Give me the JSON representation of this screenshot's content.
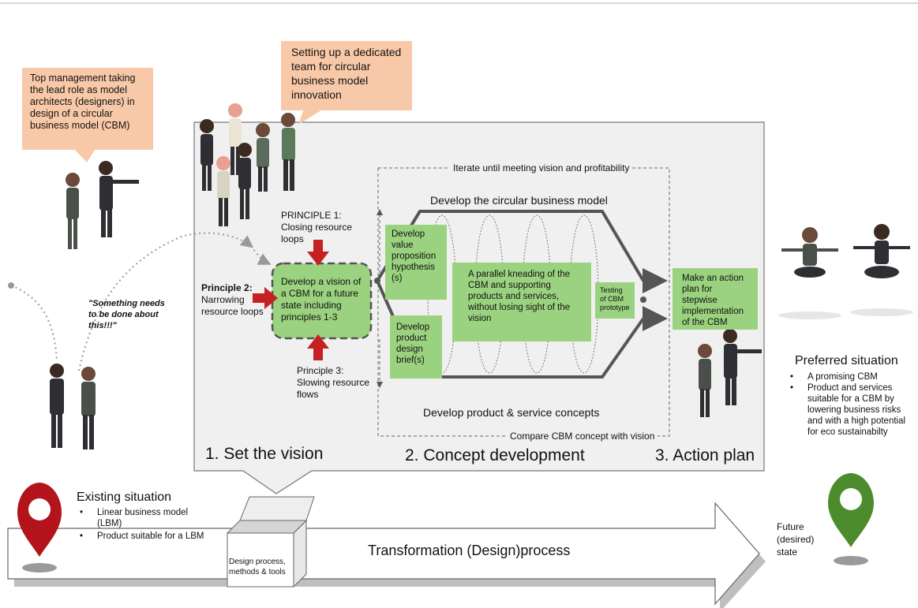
{
  "callouts": {
    "top_management": "Top management taking the lead role as model architects (designers) in design of a circular business model (CBM)",
    "dedicated_team": "Setting up a dedicated team for circular business model innovation"
  },
  "quote": "\"Something needs to be done about this!!!\"",
  "principles": {
    "p1_title": "PRINCIPLE 1:",
    "p1_text": "Closing resource loops",
    "p2_title": "Principle 2:",
    "p2_text": "Narrowing resource loops",
    "p3_title": "Principle 3:",
    "p3_text": "Slowing resource flows"
  },
  "vision_box": "Develop a vision of a CBM for a future state including principles 1-3",
  "iterate_label": "Iterate until meeting vision and profitability",
  "develop_cbm_label": "Develop the circular business model",
  "develop_product_label": "Develop product  & service concepts",
  "compare_label": "Compare CBM concept with vision",
  "green_boxes": {
    "value_prop": "Develop value proposition hypothesis (s)",
    "design_brief": "Develop product design brief(s)",
    "kneading": "A parallel kneading of the CBM and supporting products and services, without losing sight of the vision",
    "testing": "Testing of CBM prototype",
    "action": "Make an action plan for stepwise implementation of the CBM"
  },
  "phases": {
    "set_vision": "1. Set the vision",
    "concept_dev": "2. Concept development",
    "action_plan": "3. Action plan"
  },
  "existing": {
    "title": "Existing situation",
    "items": [
      "Linear business model (LBM)",
      "Product suitable for a LBM"
    ]
  },
  "preferred": {
    "title": "Preferred situation",
    "items": [
      "A promising CBM",
      "Product and services suitable for a CBM  by lowering business risks and with a high potential for eco sustainabilty"
    ]
  },
  "design_box": "Design process, methods & tools",
  "transformation": "Transformation (Design)process",
  "future_state": "Future (desired) state",
  "colors": {
    "callout": "#f8c9a8",
    "green": "#9bd27f",
    "panel": "#f0f0f0",
    "arrow_red": "#c62020",
    "pin_red": "#b3141b",
    "pin_green": "#4c8c2c"
  },
  "icons": [
    "people-figure-icon",
    "location-pin-red-icon",
    "location-pin-green-icon",
    "red-arrow-icon",
    "box-icon"
  ]
}
